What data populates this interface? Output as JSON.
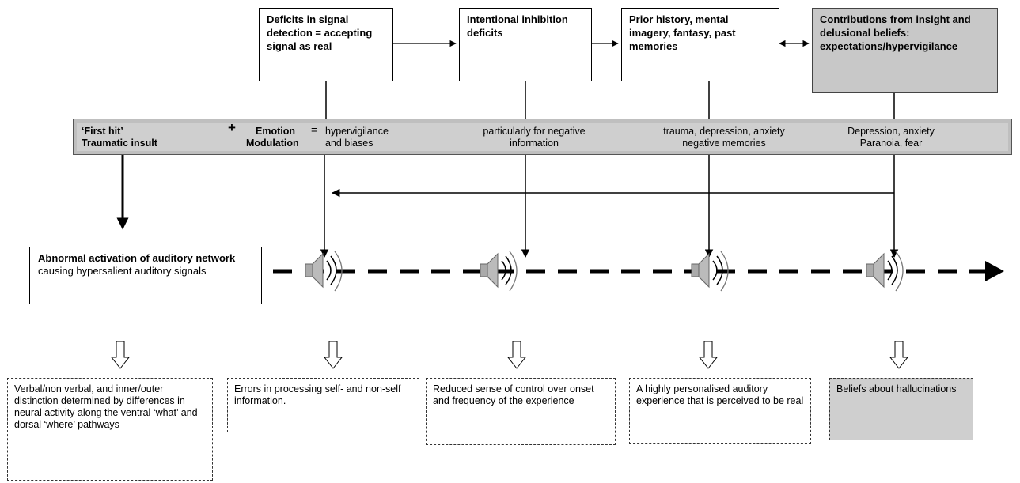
{
  "top_boxes": {
    "signal_detection": "Deficits in signal detection = accepting signal as real",
    "inhibition": "Intentional inhibition deficits",
    "prior_history": "Prior history, mental imagery, fantasy, past memories",
    "insight": "Contributions from insight and delusional beliefs: expectations/hypervigilance"
  },
  "band": {
    "first_hit_line1": "‘First hit’",
    "first_hit_line2": "Traumatic insult",
    "plus": "+",
    "emotion_line1": "Emotion",
    "emotion_line2": "Modulation",
    "equals": "=",
    "seg1_line1": "hypervigilance",
    "seg1_line2": "and biases",
    "seg2_line1": "particularly for negative",
    "seg2_line2": "information",
    "seg3_line1": "trauma, depression, anxiety",
    "seg3_line2": "negative memories",
    "seg4_line1": "Depression, anxiety",
    "seg4_line2": "Paranoia, fear"
  },
  "abnormal": {
    "bold_part": "Abnormal activation of auditory network",
    "rest": " causing hypersalient auditory signals"
  },
  "outcomes": {
    "verbal": "Verbal/non verbal, and inner/outer distinction determined by differences in neural activity along the ventral ‘what’ and dorsal ‘where’ pathways",
    "errors": "Errors in processing self- and non-self information.",
    "control": "Reduced sense of control over onset and frequency of the experience",
    "personalised": "A highly personalised auditory experience that is perceived to be real",
    "beliefs": "Beliefs about hallucinations"
  }
}
